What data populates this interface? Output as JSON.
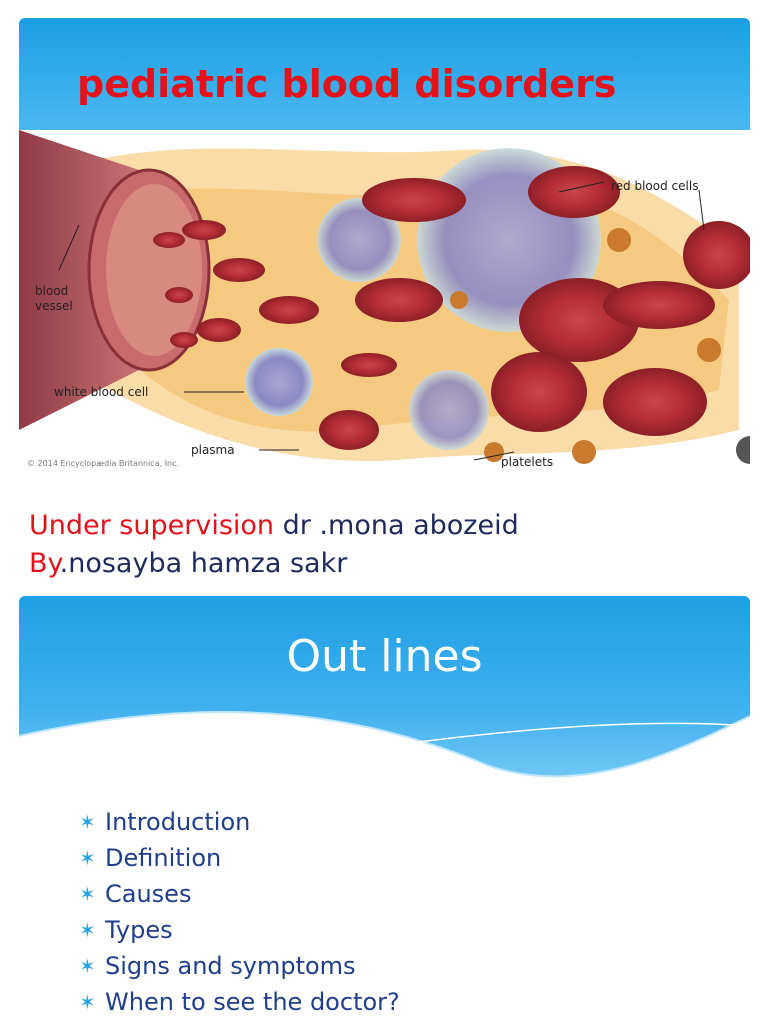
{
  "slide1": {
    "title": "pediatric blood disorders",
    "figure": {
      "labels": {
        "red_blood_cells": "red blood cells",
        "blood_vessel_1": "blood",
        "blood_vessel_2": "vessel",
        "white_blood_cell": "white blood cell",
        "plasma": "plasma",
        "platelets": "platelets",
        "copyright": "© 2014 Encyclopædia Britannica, Inc."
      }
    },
    "supervision_label": "Under supervision",
    "supervisor": " dr .mona abozeid",
    "by_label": "By",
    "author": ".nosayba hamza sakr"
  },
  "slide2": {
    "title": "Out lines",
    "bullet_glyph": "✶",
    "items": [
      "Introduction",
      "Definition",
      "Causes",
      "Types",
      "Signs and symptoms",
      "When to see the doctor?"
    ]
  },
  "colors": {
    "title_red": "#e3121b",
    "band_blue": "#1a9ee4",
    "text_navy": "#1f2a5c",
    "list_blue": "#1f3f8a"
  }
}
